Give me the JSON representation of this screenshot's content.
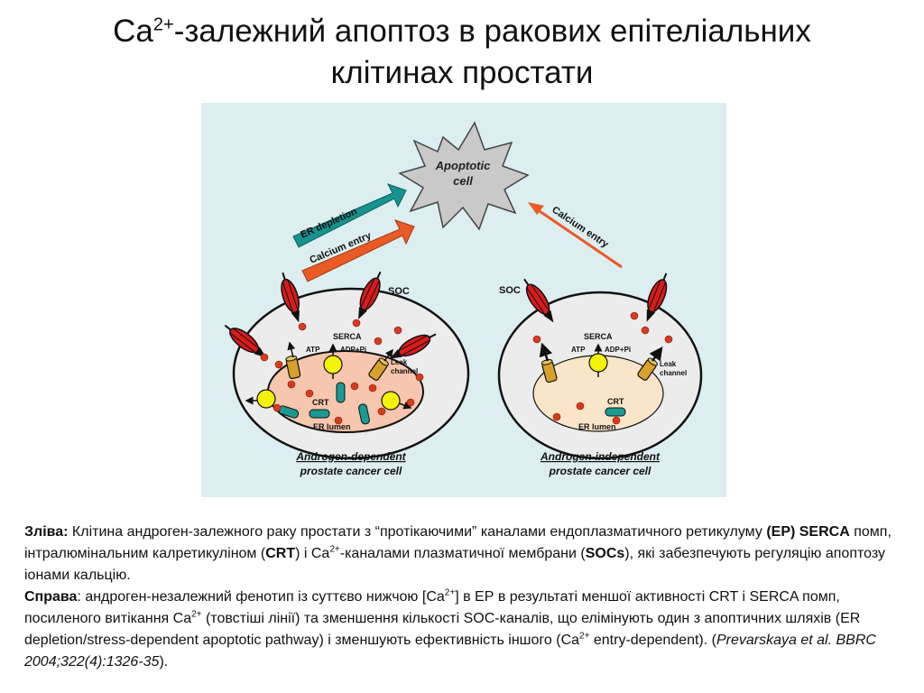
{
  "title": {
    "ion": "Ca",
    "charge": "2+",
    "line1_rest": "-залежний апоптоз в ракових епітеліальних",
    "line2": "клітинах  простати"
  },
  "diagram": {
    "background": "#dceef0",
    "apoptotic": [
      "Apoptotic",
      "cell"
    ],
    "er_depletion": "ER depletion",
    "calcium_entry_left": "Calcium entry",
    "calcium_entry_right": "Calcium entry",
    "soc_left": "SOC",
    "soc_right": "SOC",
    "serca_left": "SERCA",
    "serca_right": "SERCA",
    "atp_left": "ATP",
    "atp_right": "ATP",
    "adp_left": "ADP+Pi",
    "adp_right": "ADP+Pi",
    "leak_left": [
      "Leak",
      "channel"
    ],
    "leak_right": [
      "Leak",
      "channel"
    ],
    "crt_left": "CRT",
    "crt_right": "CRT",
    "er_lumen_left": "ER lumen",
    "er_lumen_right": "ER lumen",
    "label_left": [
      "Androgen-dependent",
      "prostate cancer cell"
    ],
    "label_right": [
      "Androgen-independent",
      "prostate cancer cell"
    ],
    "colors": {
      "er_depletion_arrow": "#17938f",
      "calcium_arrow": "#ea5a25",
      "cell_fill": "#ececec",
      "er_fill_left": "#f6c6ae",
      "er_fill_right": "#fbe5c8",
      "soc_channel": "#d81b1b",
      "serca": "#f2f20a",
      "leak": "#d7a12b",
      "crt": "#1b9a93",
      "calcium": "#d93a1f"
    }
  },
  "caption": {
    "p1_label": "Зліва:",
    "p1_a": " Клітина андроген-залежного раку простати з “протікаючими” каналами ендоплазматичного ретикулуму ",
    "p1_ep_serca": "(ЕР) SERCA",
    "p1_b": " помп, інтралюмінальним калретикуліном (",
    "p1_crt": "CRT",
    "p1_c": ") і Ca",
    "p1_sup": "2+",
    "p1_d": "-каналами плазматичної мембрани (",
    "p1_socs": "SOCs",
    "p1_e": "), які забезпечують регуляцію апоптозу іонами кальцію.",
    "p2_label": "Справа",
    "p2_a": ": андроген-незалежний фенотип із суттєво нижчою [Ca",
    "p2_sup1": "2+",
    "p2_b": "] в ЕР в результаті меншої активності CRT і SERCA помп, посиленого витікання Ca",
    "p2_sup2": "2+",
    "p2_c": " (товстіші лінії) та зменшення кількості SOC-каналів, що елімінують один з апоптичних шляхів (ER depletion/stress-dependent apoptotic pathway) і зменшують ефективність іншого (Ca",
    "p2_sup3": "2+",
    "p2_d": " entry-dependent). (",
    "p2_ref": "Prevarskaya et al. BBRC 2004;322(4):1326-35",
    "p2_e": ")."
  }
}
